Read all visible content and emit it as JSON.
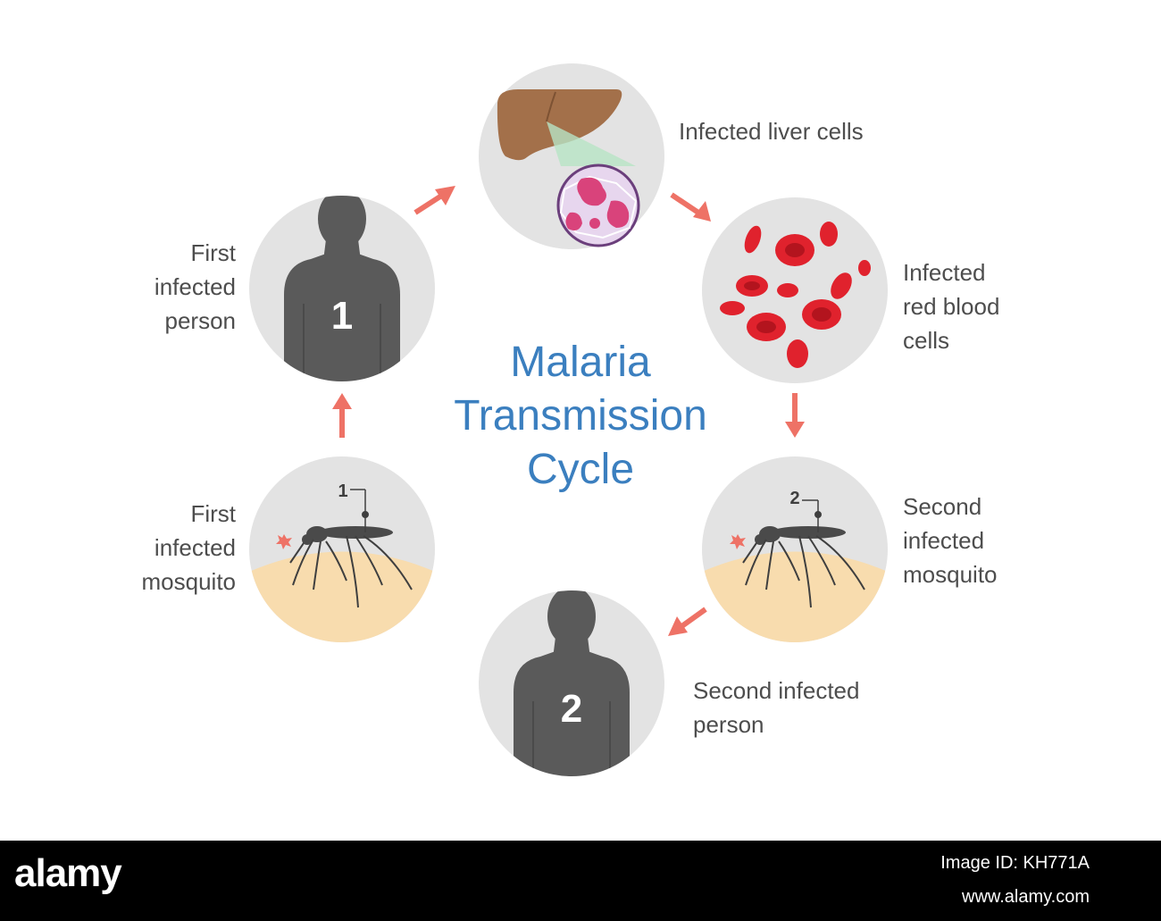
{
  "title": {
    "line1": "Malaria",
    "line2": "Transmission",
    "line3": "Cycle"
  },
  "stages": {
    "first_person": {
      "lines": [
        "First",
        "infected",
        "person"
      ],
      "number": "1"
    },
    "liver": {
      "lines": [
        "Infected liver cells"
      ]
    },
    "blood": {
      "lines": [
        "Infected",
        "red blood",
        "cells"
      ]
    },
    "second_mosquito": {
      "lines": [
        "Second",
        "infected",
        "mosquito"
      ],
      "number": "2"
    },
    "second_person": {
      "lines": [
        "Second infected",
        "person"
      ],
      "number": "2"
    },
    "first_mosquito": {
      "lines": [
        "First",
        "infected",
        "mosquito"
      ],
      "number": "1"
    }
  },
  "colors": {
    "title": "#3b7fbf",
    "label": "#4d4d4d",
    "circle": "#e3e3e3",
    "arrow": "#ee7266",
    "silhouette": "#5a5a5a",
    "blood": "#e0222d",
    "skin": "#f8dcae",
    "liver": "#a3704a"
  },
  "footer": {
    "brand": "alamy",
    "image_id": "Image ID: KH771A",
    "site": "www.alamy.com"
  }
}
